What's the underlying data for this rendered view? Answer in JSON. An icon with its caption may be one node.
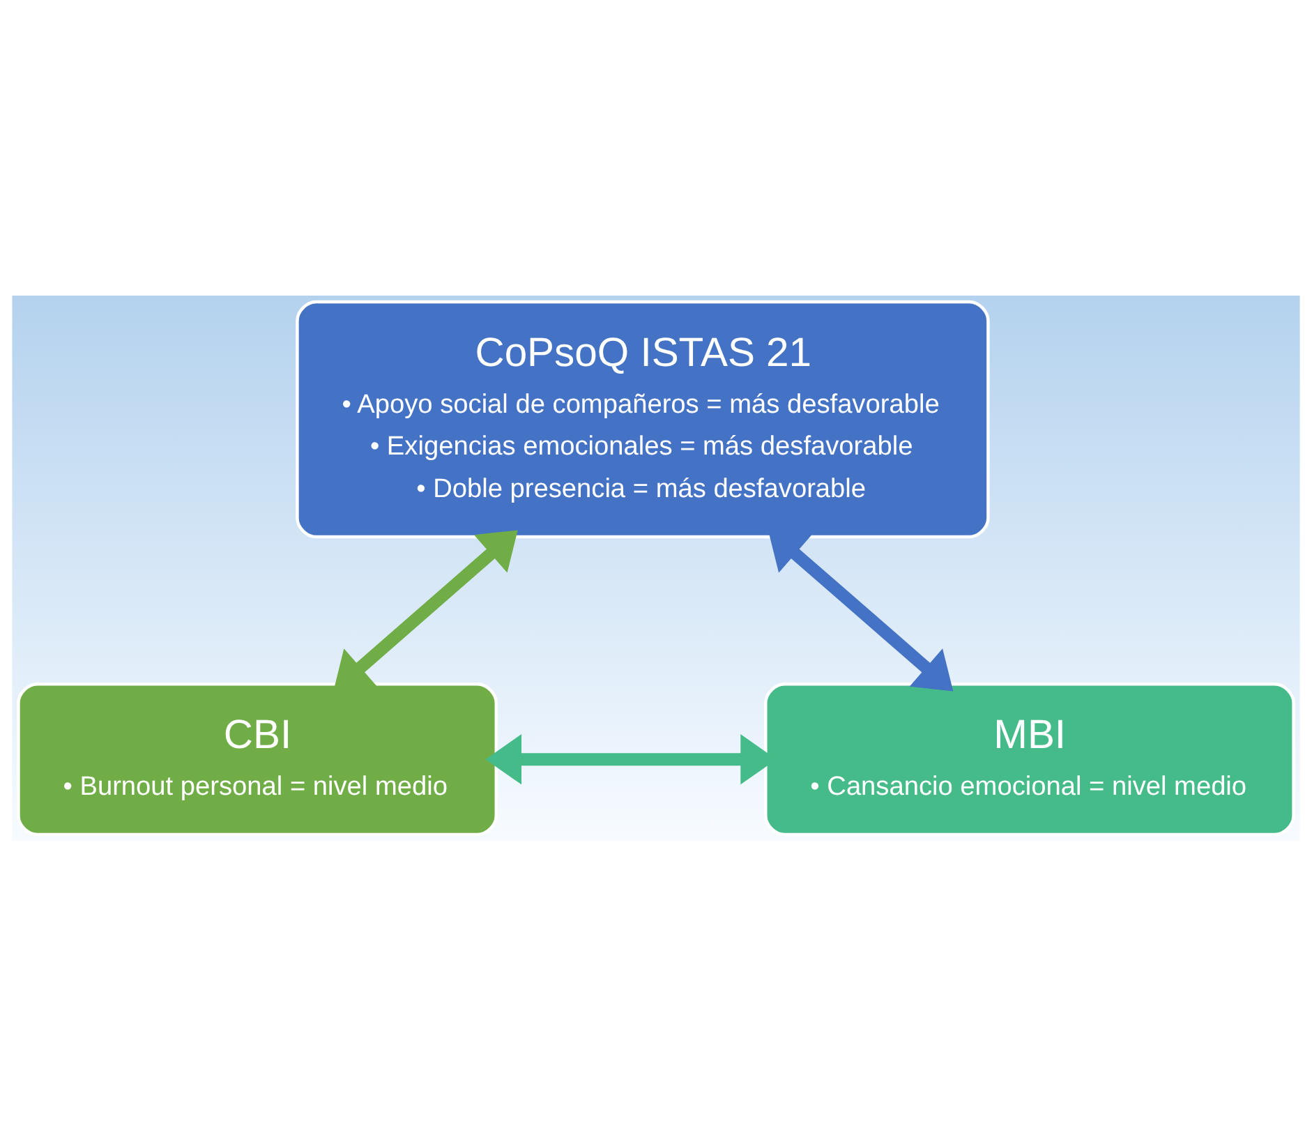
{
  "diagram": {
    "nodes": [
      {
        "text": [
          "CoPsoQ ISTAS 21",
          "• Apoyo social de compañeros = más desfavorable",
          "• Exigencias emocionales = más desfavorable",
          "• Doble presencia = más desfavorable"
        ]
      },
      {
        "text": [
          "CBI",
          "• Burnout personal = nivel medio"
        ]
      },
      {
        "text": [
          "MBI",
          "• Cansancio emocional = nivel medio"
        ]
      }
    ],
    "edges": [
      {
        "from": 1,
        "to": 0,
        "arrow": "both",
        "color": "#70ad47"
      },
      {
        "from": 0,
        "to": 2,
        "arrow": "both",
        "color": "#4472c4"
      },
      {
        "from": 1,
        "to": 2,
        "arrow": "both",
        "color": "#44bb88"
      }
    ]
  }
}
